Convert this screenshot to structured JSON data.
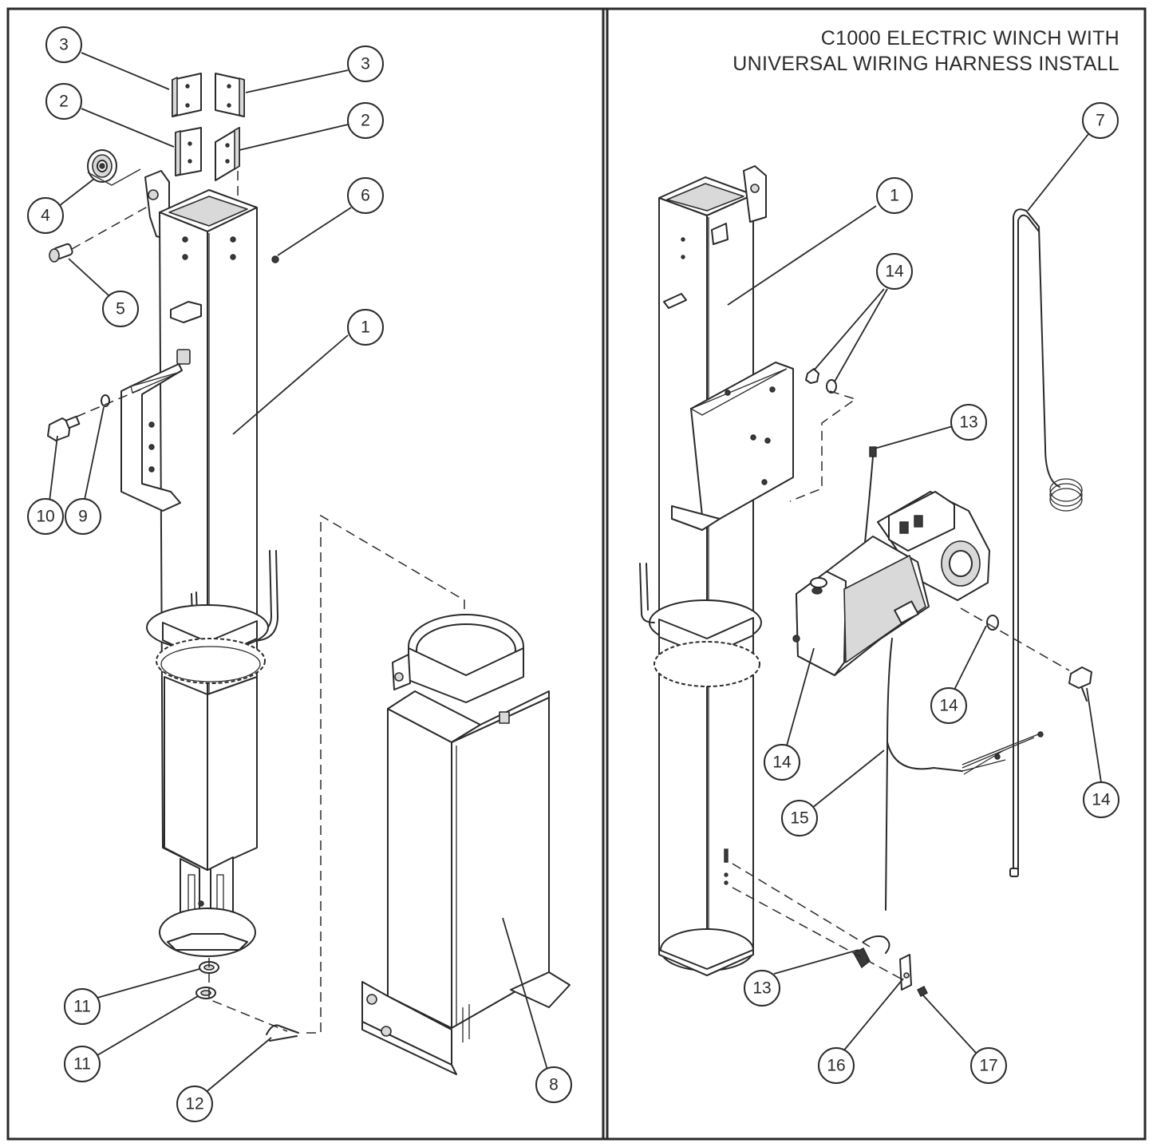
{
  "title": {
    "line1": "C1000 ELECTRIC WINCH WITH",
    "line2": "UNIVERSAL WIRING HARNESS INSTALL"
  },
  "callouts": {
    "left": [
      "3",
      "3",
      "2",
      "2",
      "4",
      "6",
      "5",
      "1",
      "10",
      "9",
      "11",
      "11",
      "12",
      "8"
    ],
    "right": [
      "7",
      "1",
      "14",
      "13",
      "14",
      "14",
      "14",
      "15",
      "13",
      "16",
      "17"
    ]
  }
}
